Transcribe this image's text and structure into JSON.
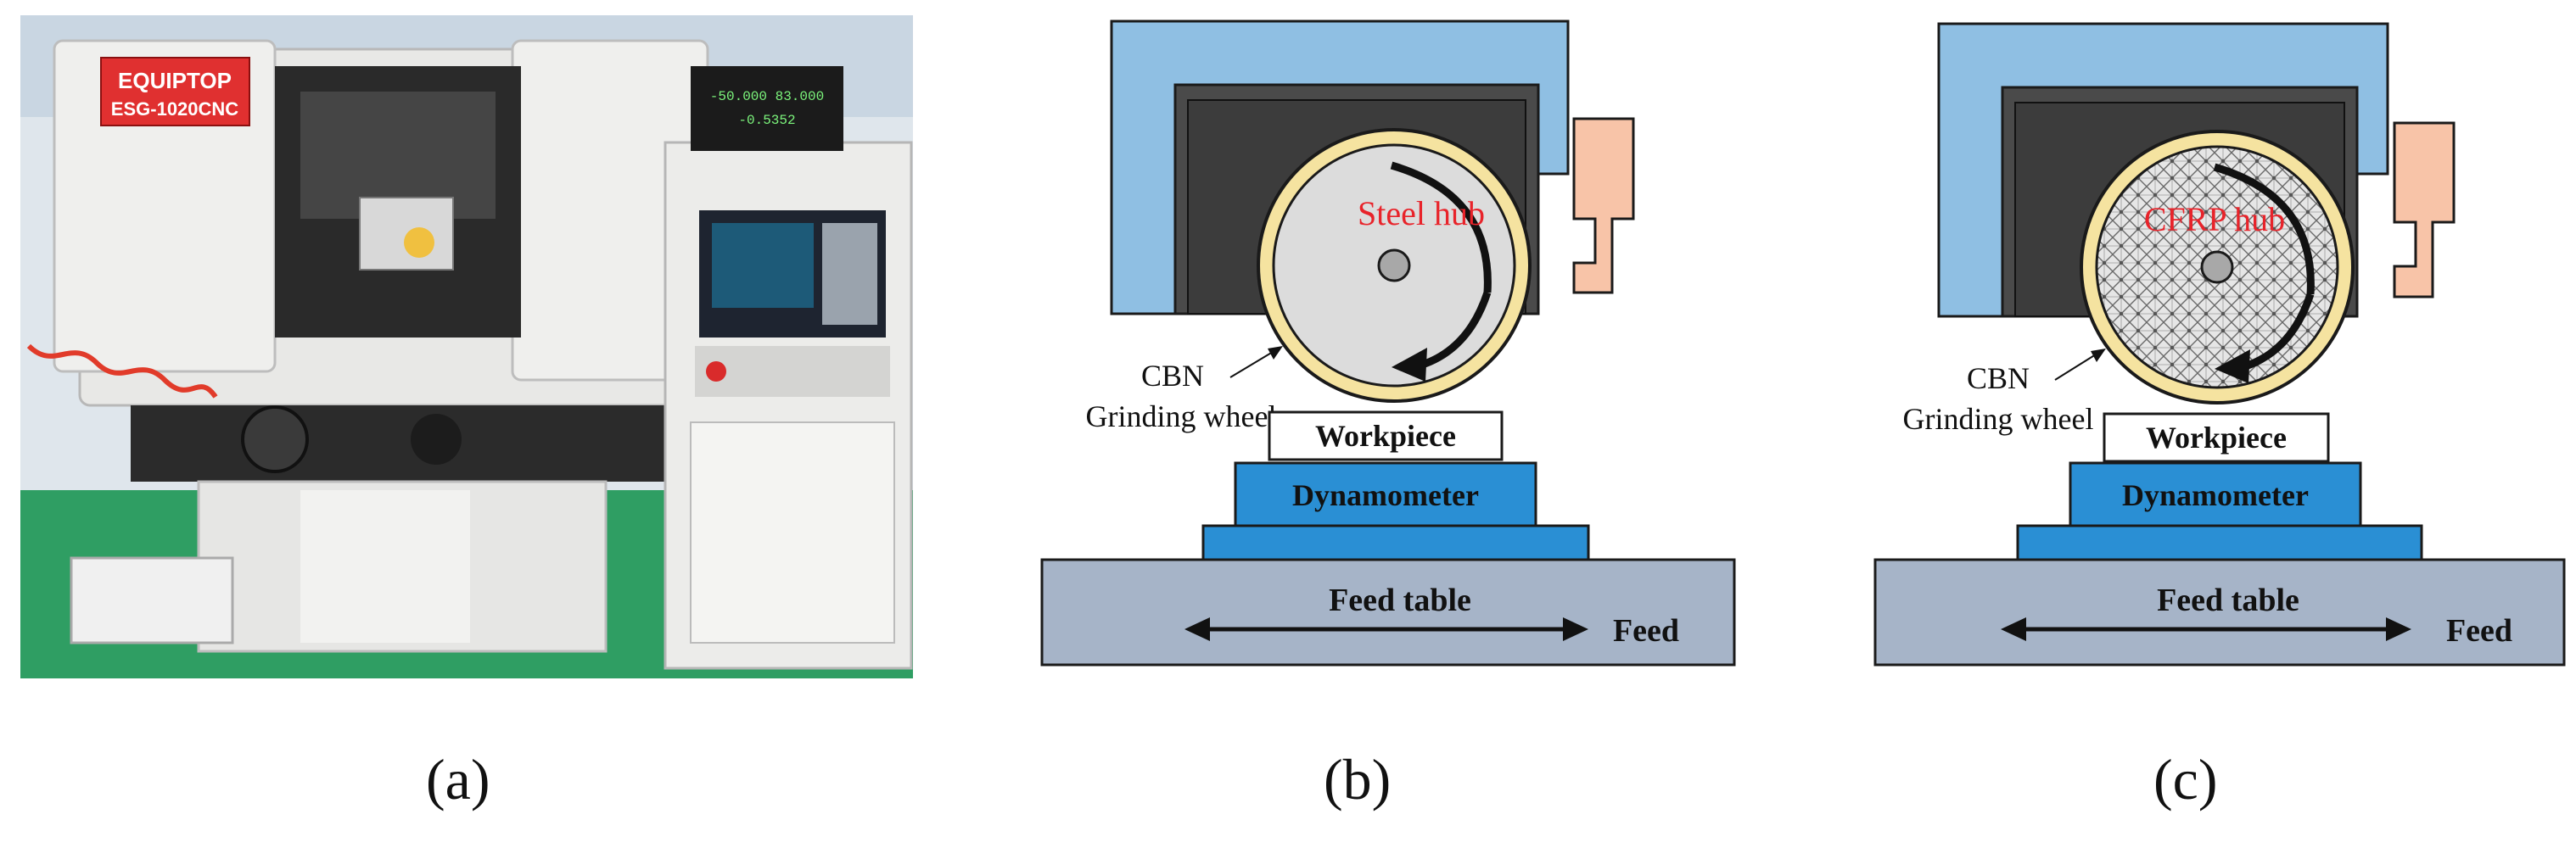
{
  "panel_a": {
    "caption": "(a)",
    "machine_brand": "EQUIPTOP",
    "machine_model": "ESG-1020CNC",
    "display_readout_1": "-50.000  83.000",
    "display_readout_2": "-0.5352"
  },
  "panel_b": {
    "caption": "(b)",
    "hub_label": "Steel hub",
    "wheel_label_line1": "CBN",
    "wheel_label_line2": "Grinding wheel",
    "workpiece_label": "Workpiece",
    "dynamometer_label": "Dynamometer",
    "feed_table_label": "Feed table",
    "feed_label": "Feed"
  },
  "panel_c": {
    "caption": "(c)",
    "hub_label": "CFRP hub",
    "wheel_label_line1": "CBN",
    "wheel_label_line2": "Grinding wheel",
    "workpiece_label": "Workpiece",
    "dynamometer_label": "Dynamometer",
    "feed_table_label": "Feed table",
    "feed_label": "Feed"
  },
  "colors": {
    "housing_blue": "#8fbfe3",
    "spindle_dark": "#4a4a4a",
    "wheel_rim": "#f5e3a0",
    "hub_grey": "#dcdcdc",
    "clamp_peach": "#f8c4a8",
    "dynamometer_blue": "#2a8fd4",
    "table_grey": "#a6b4c8",
    "hub_text_red": "#e8232a"
  }
}
